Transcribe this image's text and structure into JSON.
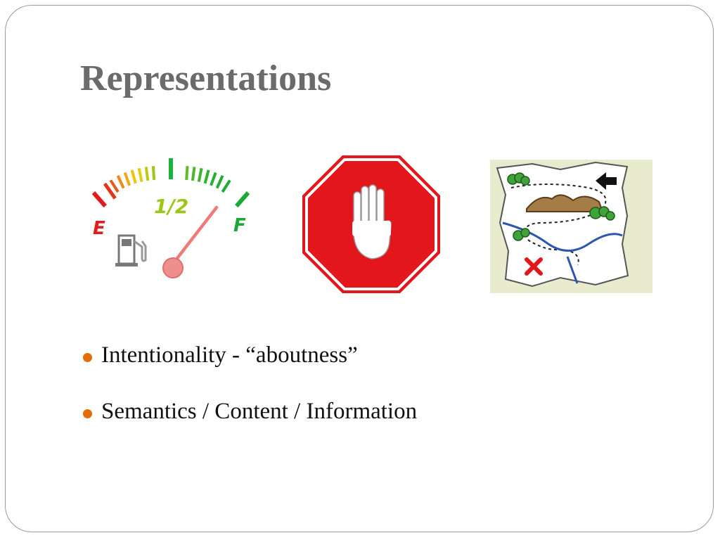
{
  "slide": {
    "title": "Representations",
    "bullets": [
      {
        "text": "Intentionality - “aboutness”"
      },
      {
        "text": "Semantics / Content / Information"
      }
    ]
  },
  "images": {
    "fuel_gauge": {
      "empty_label": "E",
      "half_label": "1/2",
      "full_label": "F",
      "needle_level": 0.8
    },
    "stop_sign": {
      "icon": "hand-icon"
    },
    "treasure_map": {
      "icon": "map-icon"
    }
  },
  "colors": {
    "title": "#6b6b6b",
    "bullet": "#e46c0a",
    "stop_red": "#e3161c",
    "map_bg": "#e8ebcd"
  }
}
